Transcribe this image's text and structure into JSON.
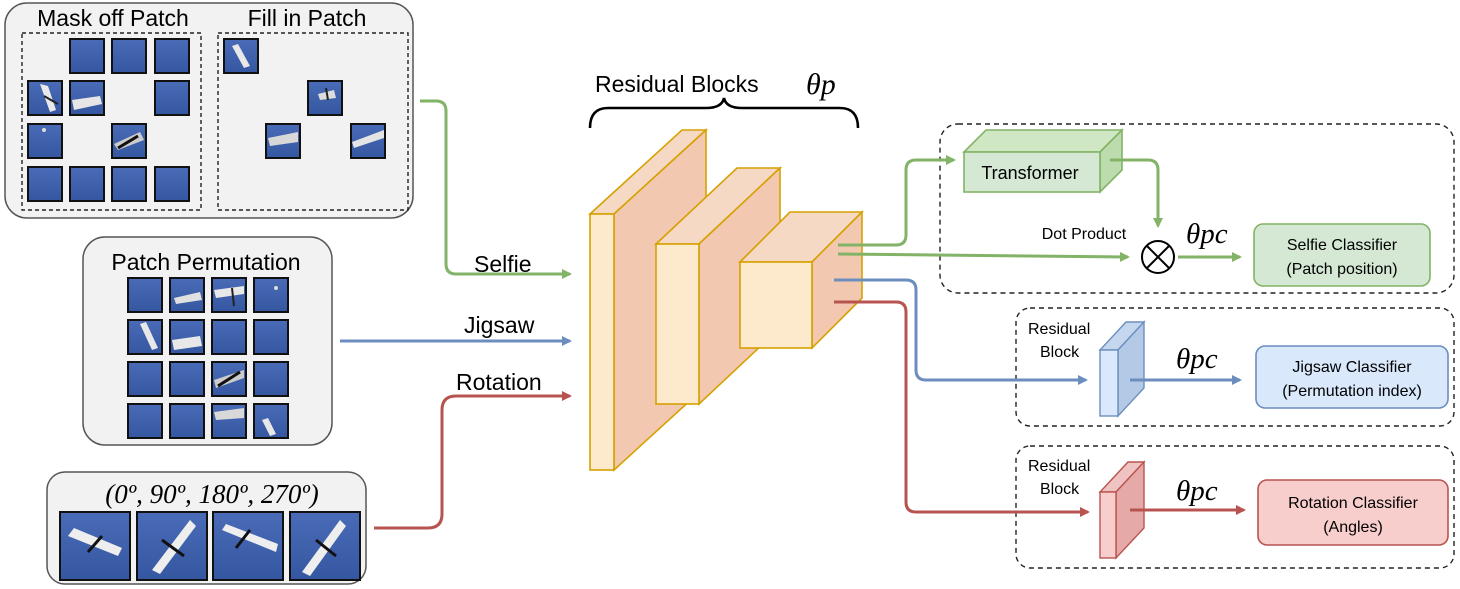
{
  "panels": {
    "mask_title": "Mask off Patch",
    "fill_title": "Fill in Patch",
    "permutation_title": "Patch Permutation",
    "rotation_angles": "(0º, 90º, 180º, 270º)"
  },
  "tasks": {
    "selfie": "Selfie",
    "jigsaw": "Jigsaw",
    "rotation": "Rotation"
  },
  "backbone": {
    "label": "Residual Blocks",
    "theta": "θp"
  },
  "selfie_head": {
    "transformer": "Transformer",
    "dot_product": "Dot Product",
    "theta": "θpc",
    "classifier_line1": "Selfie Classifier",
    "classifier_line2": "(Patch position)"
  },
  "jigsaw_head": {
    "block_line1": "Residual",
    "block_line2": "Block",
    "theta": "θpc",
    "classifier_line1": "Jigsaw Classifier",
    "classifier_line2": "(Permutation index)"
  },
  "rotation_head": {
    "block_line1": "Residual",
    "block_line2": "Block",
    "theta": "θpc",
    "classifier_line1": "Rotation Classifier",
    "classifier_line2": "(Angles)"
  },
  "colors": {
    "green": "#82b366",
    "blue": "#6c8ebf",
    "red": "#b85450",
    "orange_stroke": "#d6a100",
    "patch": "#3b5ba5"
  }
}
